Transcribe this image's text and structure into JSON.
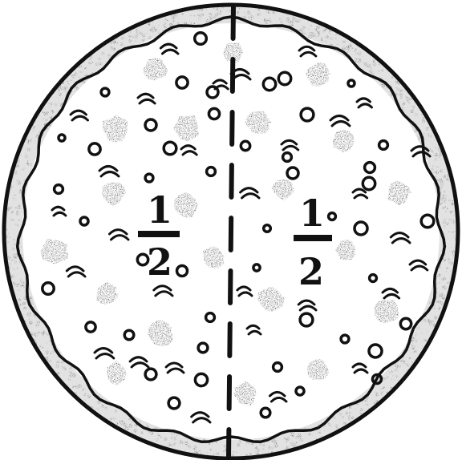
{
  "image": {
    "subject": "pizza",
    "colors": {
      "ink": "#111111",
      "crust_fill": "#e2e2e2",
      "background": "#ffffff"
    }
  },
  "left_half": {
    "fraction": {
      "numerator": "1",
      "denominator": "2"
    }
  },
  "right_half": {
    "fraction": {
      "numerator": "1",
      "denominator": "2"
    }
  }
}
